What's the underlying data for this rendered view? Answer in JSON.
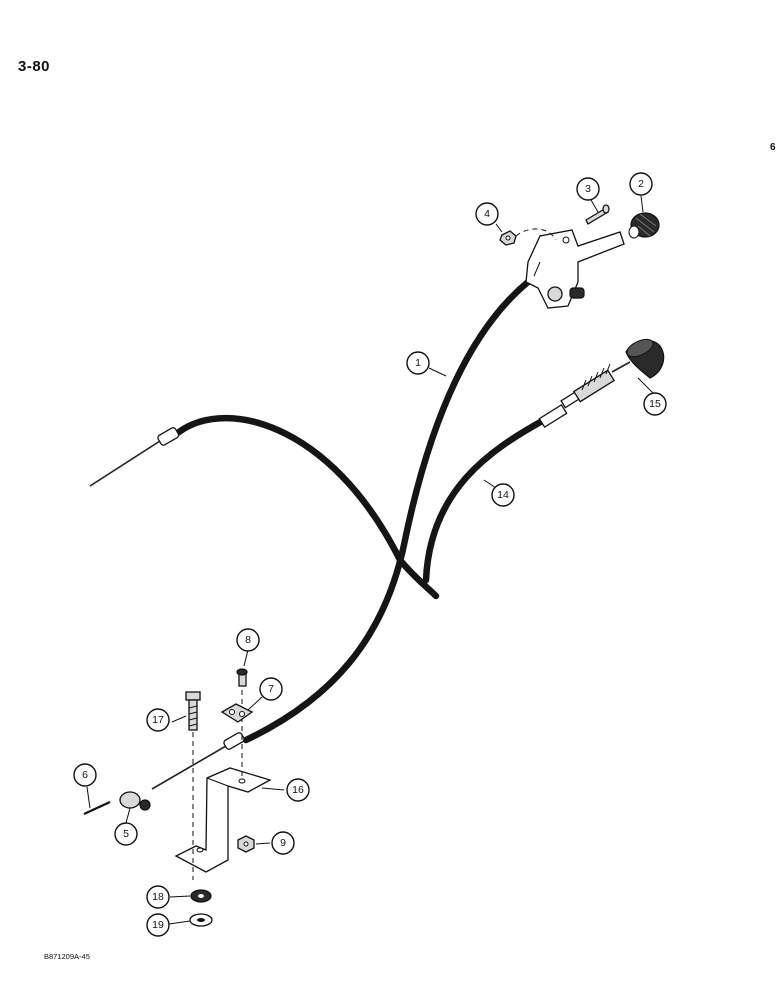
{
  "header": {
    "page_number": "3-80",
    "edge_mark": "6"
  },
  "footer": {
    "figure_code": "B871209A-45"
  },
  "callouts": {
    "c1": "1",
    "c2": "2",
    "c3": "3",
    "c4": "4",
    "c5": "5",
    "c6": "6",
    "c7": "7",
    "c8": "8",
    "c9": "9",
    "c14": "14",
    "c15": "15",
    "c16": "16",
    "c17": "17",
    "c18": "18",
    "c19": "19"
  }
}
